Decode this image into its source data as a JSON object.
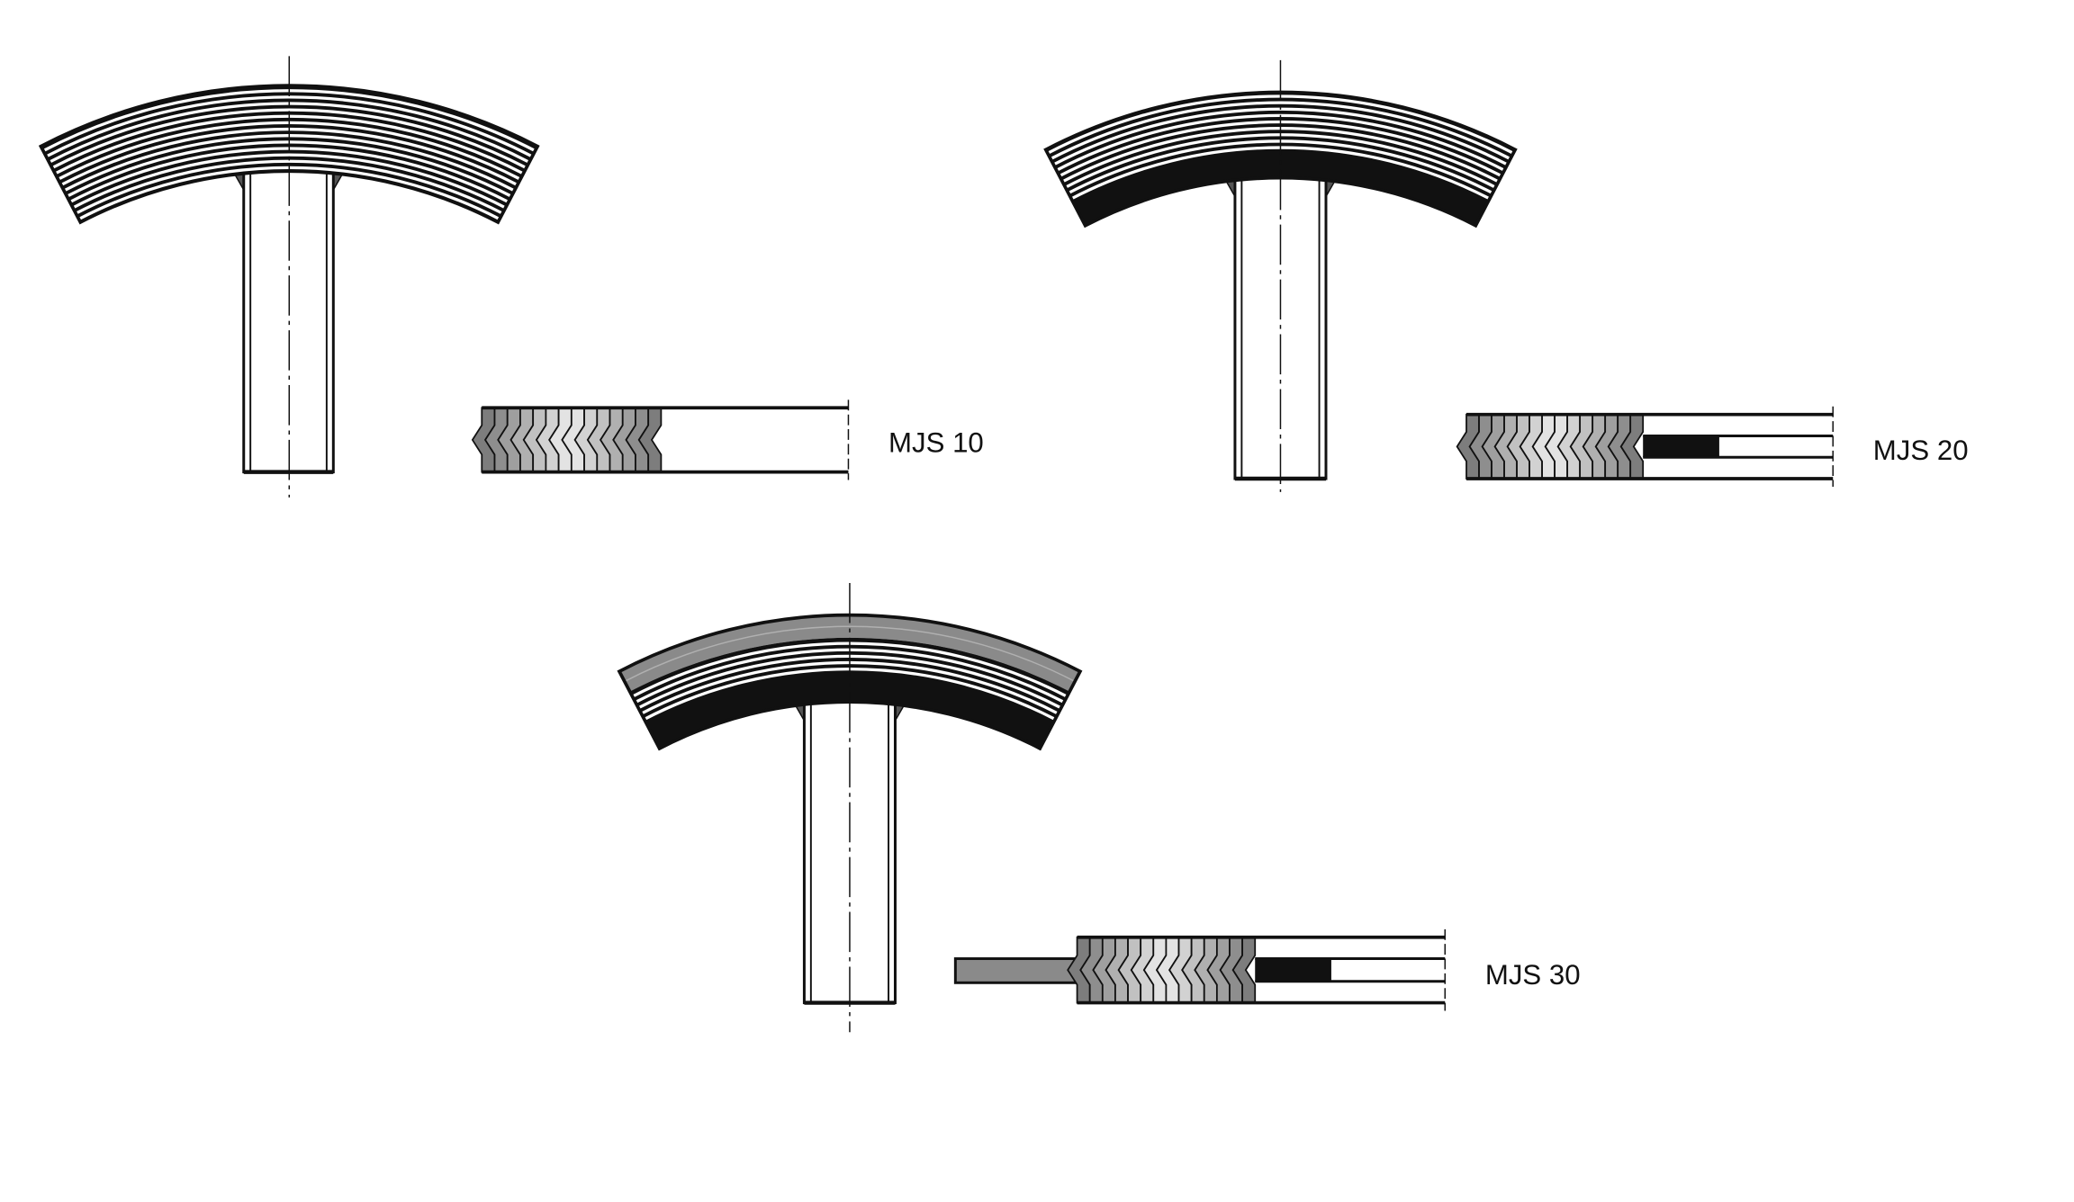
{
  "diagrams": [
    {
      "label": "MJS 10"
    },
    {
      "label": "MJS 20"
    },
    {
      "label": "MJS 30"
    }
  ],
  "colors": {
    "line": "#111111",
    "gray": "#7a7a7a",
    "fill": "#ffffff"
  }
}
